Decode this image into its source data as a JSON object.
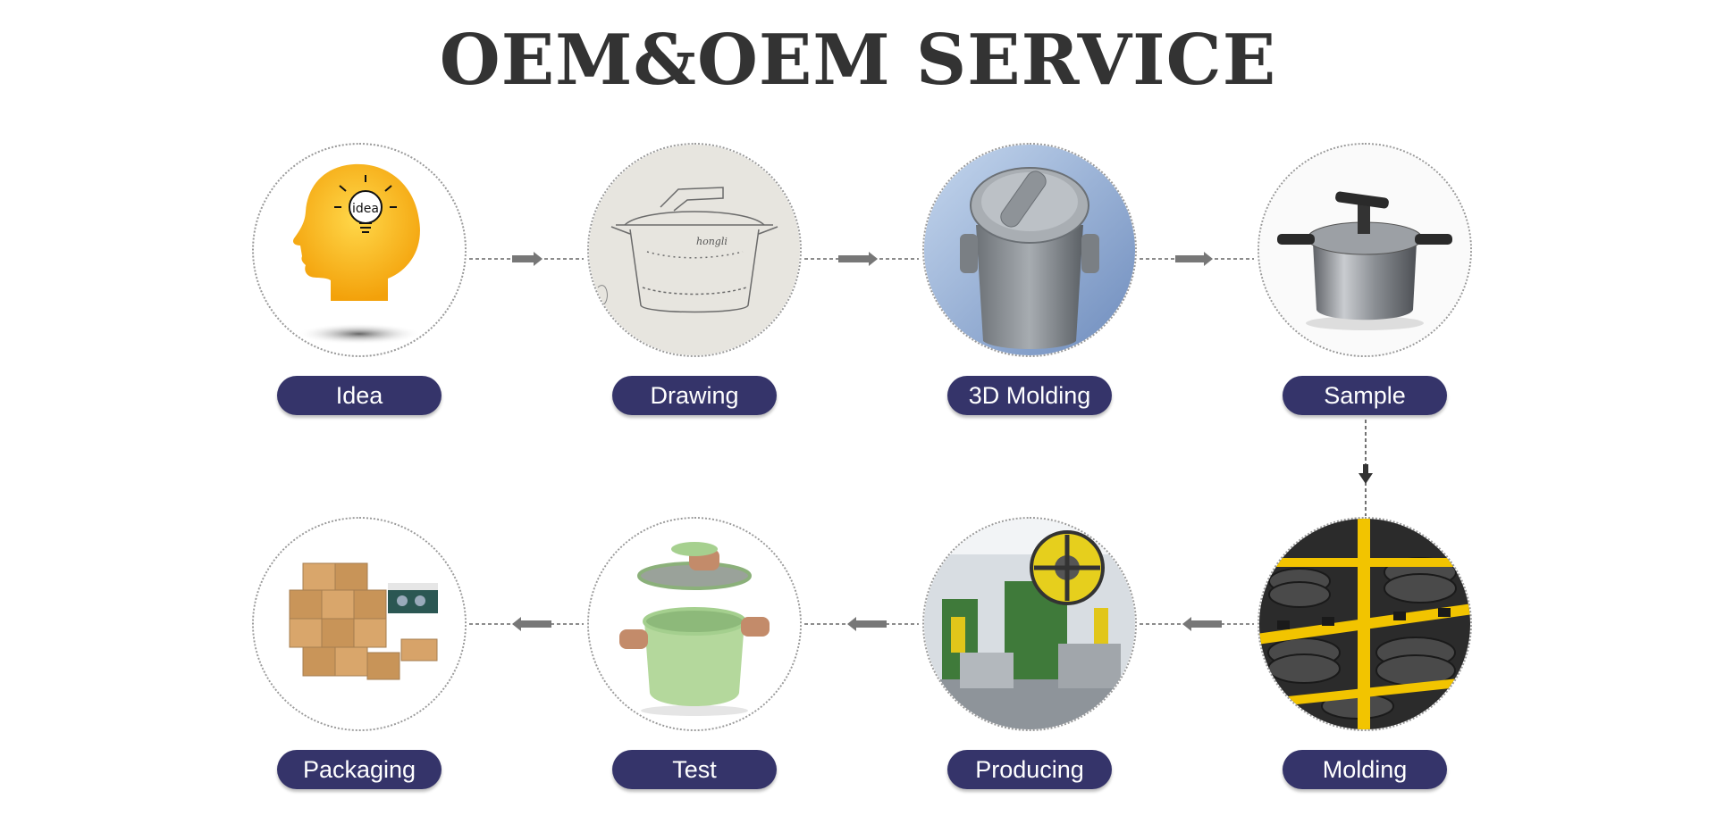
{
  "header": {
    "title": "OEM&OEM SERVICE"
  },
  "steps": [
    {
      "label": "Idea",
      "icon": "head-lightbulb-icon"
    },
    {
      "label": "Drawing",
      "icon": "pot-sketch-icon"
    },
    {
      "label": "3D Molding",
      "icon": "3d-pot-model-icon"
    },
    {
      "label": "Sample",
      "icon": "pressure-cooker-icon"
    },
    {
      "label": "Molding",
      "icon": "mold-racks-icon"
    },
    {
      "label": "Producing",
      "icon": "factory-press-icon"
    },
    {
      "label": "Test",
      "icon": "green-pot-icon"
    },
    {
      "label": "Packaging",
      "icon": "cardboard-boxes-icon"
    }
  ],
  "colors": {
    "label_bg": "#35346a",
    "label_text": "#ffffff",
    "title": "#333333",
    "circle_border": "#9a9a9a"
  }
}
